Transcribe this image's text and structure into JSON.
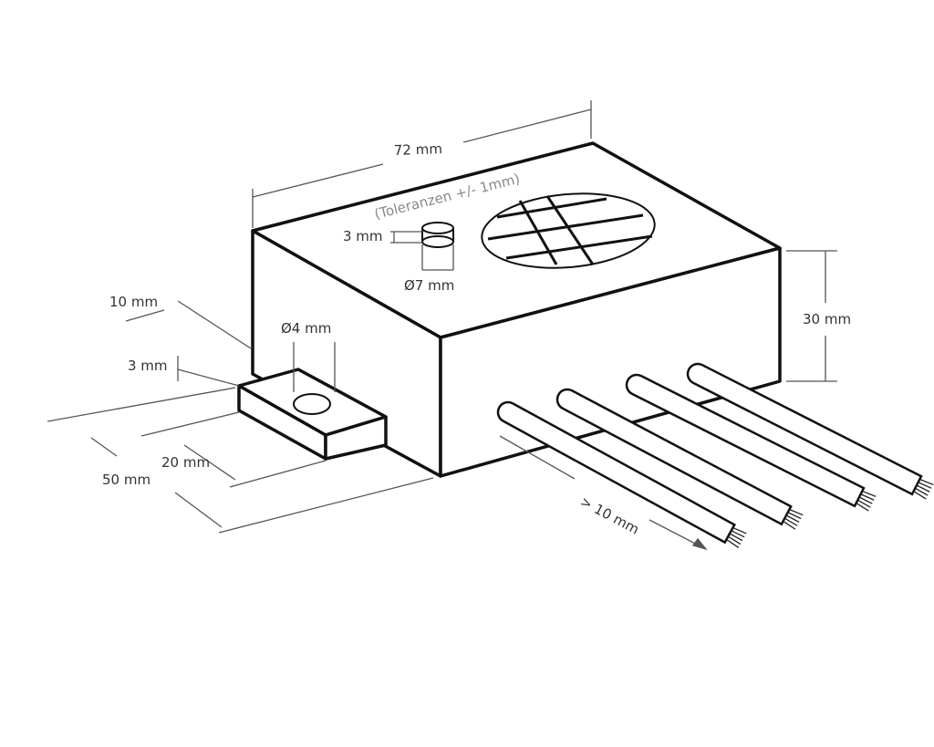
{
  "labels": {
    "length": "72 mm",
    "tolerance": "(Toleranzen +/- 1mm)",
    "button_height": "3 mm",
    "button_diameter": "Ø7 mm",
    "height": "30 mm",
    "tab_length": "10 mm",
    "hole_diameter": "Ø4 mm",
    "tab_thickness": "3 mm",
    "tab_width": "20 mm",
    "depth": "50 mm",
    "wire_length": "> 10 mm"
  },
  "colors": {
    "line": "#111111",
    "dimension": "#555555",
    "tolerance_text": "#888888"
  }
}
